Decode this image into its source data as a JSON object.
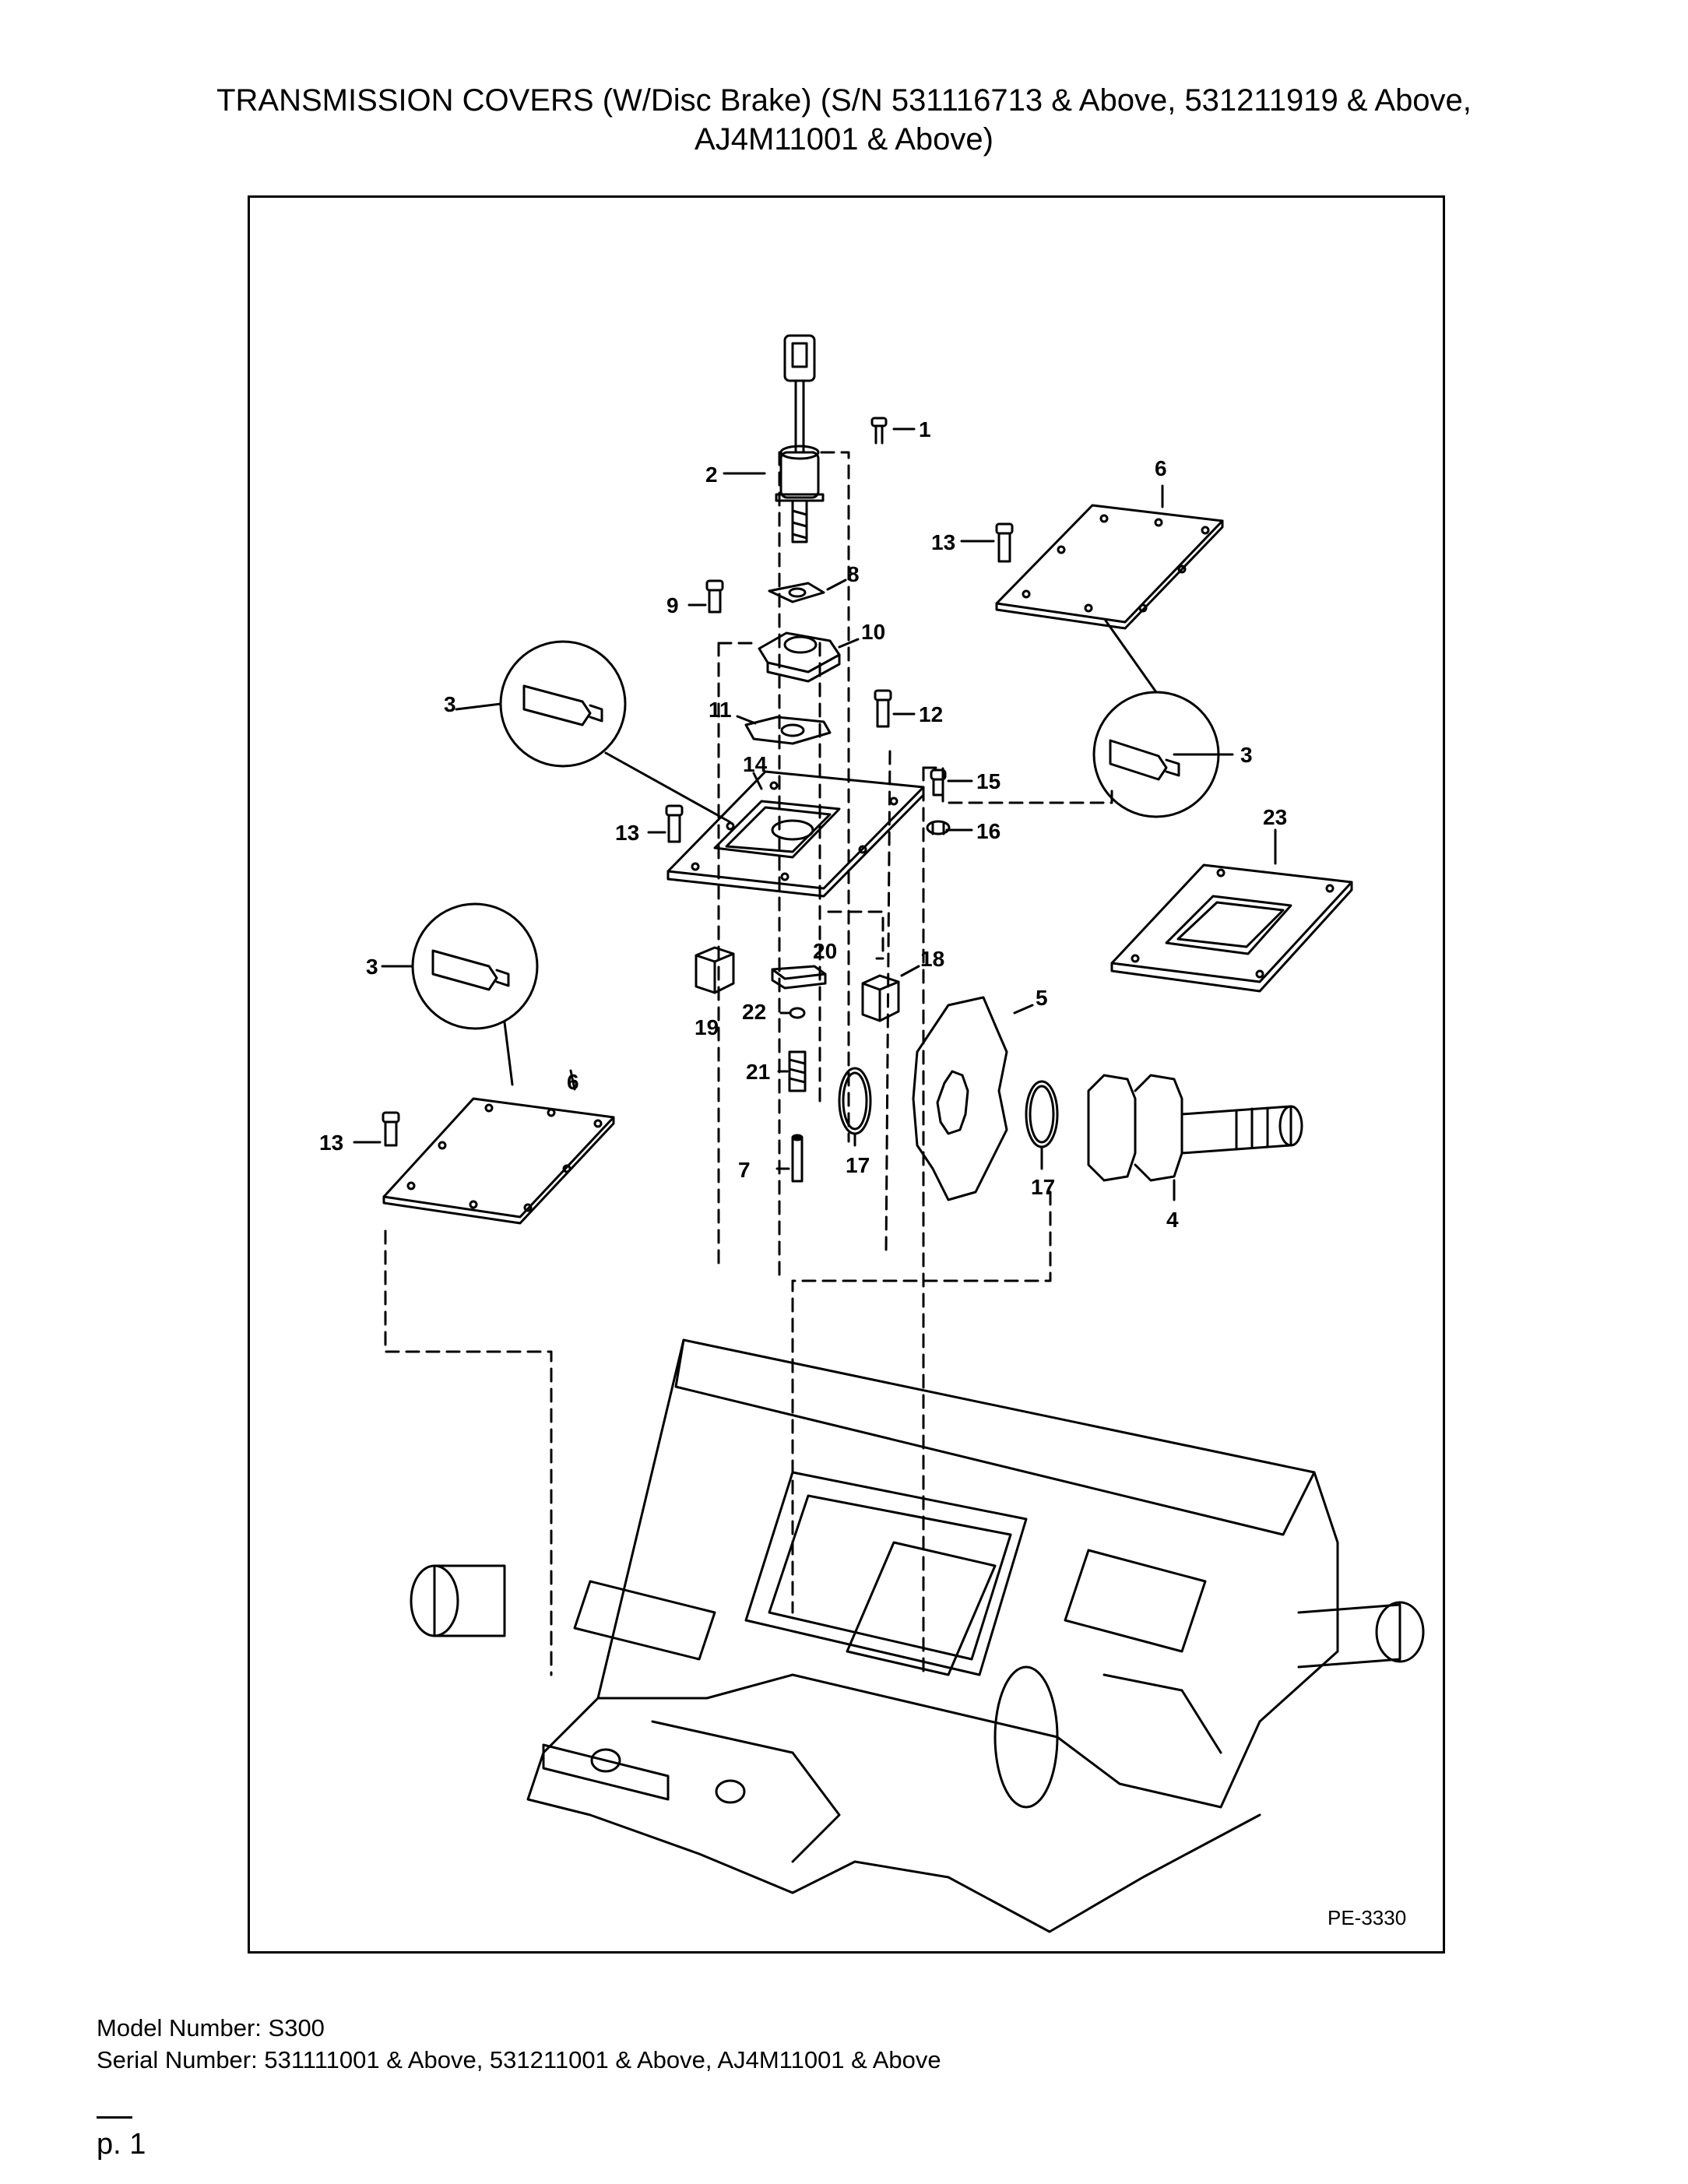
{
  "title": {
    "line1": "TRANSMISSION COVERS (W/Disc Brake) (S/N 531116713 & Above, 531211919 & Above,",
    "line2": "AJ4M11001 & Above)"
  },
  "figure": {
    "code": "PE-3330",
    "callouts": {
      "c1": "1",
      "c2": "2",
      "c3a": "3",
      "c3b": "3",
      "c3c": "3",
      "c4": "4",
      "c5": "5",
      "c6a": "6",
      "c6b": "6",
      "c7": "7",
      "c8": "8",
      "c9": "9",
      "c10": "10",
      "c11": "11",
      "c12": "12",
      "c13a": "13",
      "c13b": "13",
      "c13c": "13",
      "c14": "14",
      "c15": "15",
      "c16": "16",
      "c17a": "17",
      "c17b": "17",
      "c18": "18",
      "c19": "19",
      "c20": "20",
      "c21": "21",
      "c22": "22",
      "c23": "23"
    }
  },
  "footer": {
    "model": "Model Number: S300",
    "serial": "Serial Number: 531111001 & Above, 531211001 & Above, AJ4M11001 & Above",
    "page": "p. 1"
  }
}
